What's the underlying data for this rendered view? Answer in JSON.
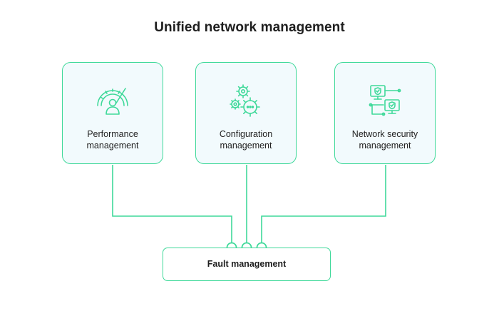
{
  "diagram": {
    "title": "Unified network management",
    "nodes": [
      {
        "id": "performance",
        "label": "Performance management",
        "icon": "speedometer-user-icon"
      },
      {
        "id": "configuration",
        "label": "Configuration management",
        "icon": "gears-icon"
      },
      {
        "id": "security",
        "label": "Network security management",
        "icon": "network-shield-icon"
      }
    ],
    "target": {
      "id": "fault",
      "label": "Fault management"
    },
    "edges": [
      {
        "from": "performance",
        "to": "fault"
      },
      {
        "from": "configuration",
        "to": "fault"
      },
      {
        "from": "security",
        "to": "fault"
      }
    ]
  },
  "colors": {
    "accent": "#3fd99a",
    "card_bg": "#f2fafd",
    "text": "#1e1e1e"
  }
}
